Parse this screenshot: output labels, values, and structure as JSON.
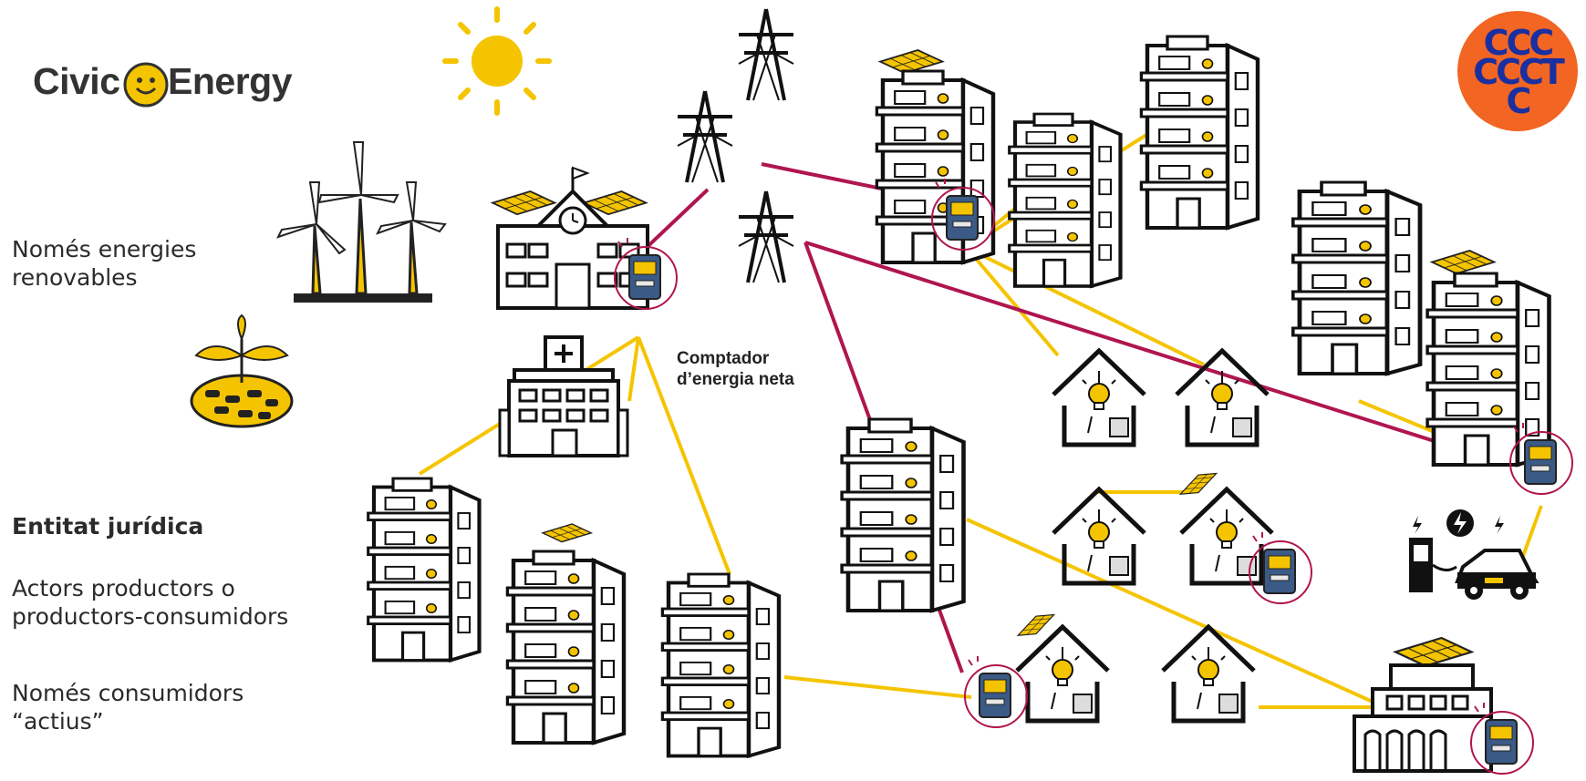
{
  "logo": {
    "word1": "Civic",
    "word2": "Energy"
  },
  "left_panel": {
    "renewables": "Només energies\nrenovables",
    "entity_title": "Entitat jurídica",
    "producers": "Actors productors o\nproductors-consumidors",
    "consumers": "Només consumidors\n“actius”"
  },
  "meter_label": "Comptador\nd’energia neta",
  "badge": {
    "rows": [
      "CCC",
      "CCCT",
      "C"
    ]
  },
  "colors": {
    "grid_line": "#b0154f",
    "community_line": "#f5c400",
    "accent_yellow": "#f5c400",
    "badge_bg": "#f26522",
    "badge_text": "#1a2fa0",
    "meter_ring": "#b0154f"
  },
  "icons": [
    "sun-icon",
    "wind-turbine-icon",
    "biomass-icon",
    "power-pylon-icon",
    "school-icon",
    "hospital-icon",
    "apartment-building-icon",
    "house-icon",
    "smart-meter-icon",
    "ev-charger-icon",
    "electric-car-icon",
    "solar-panel-icon",
    "factory-icon"
  ]
}
